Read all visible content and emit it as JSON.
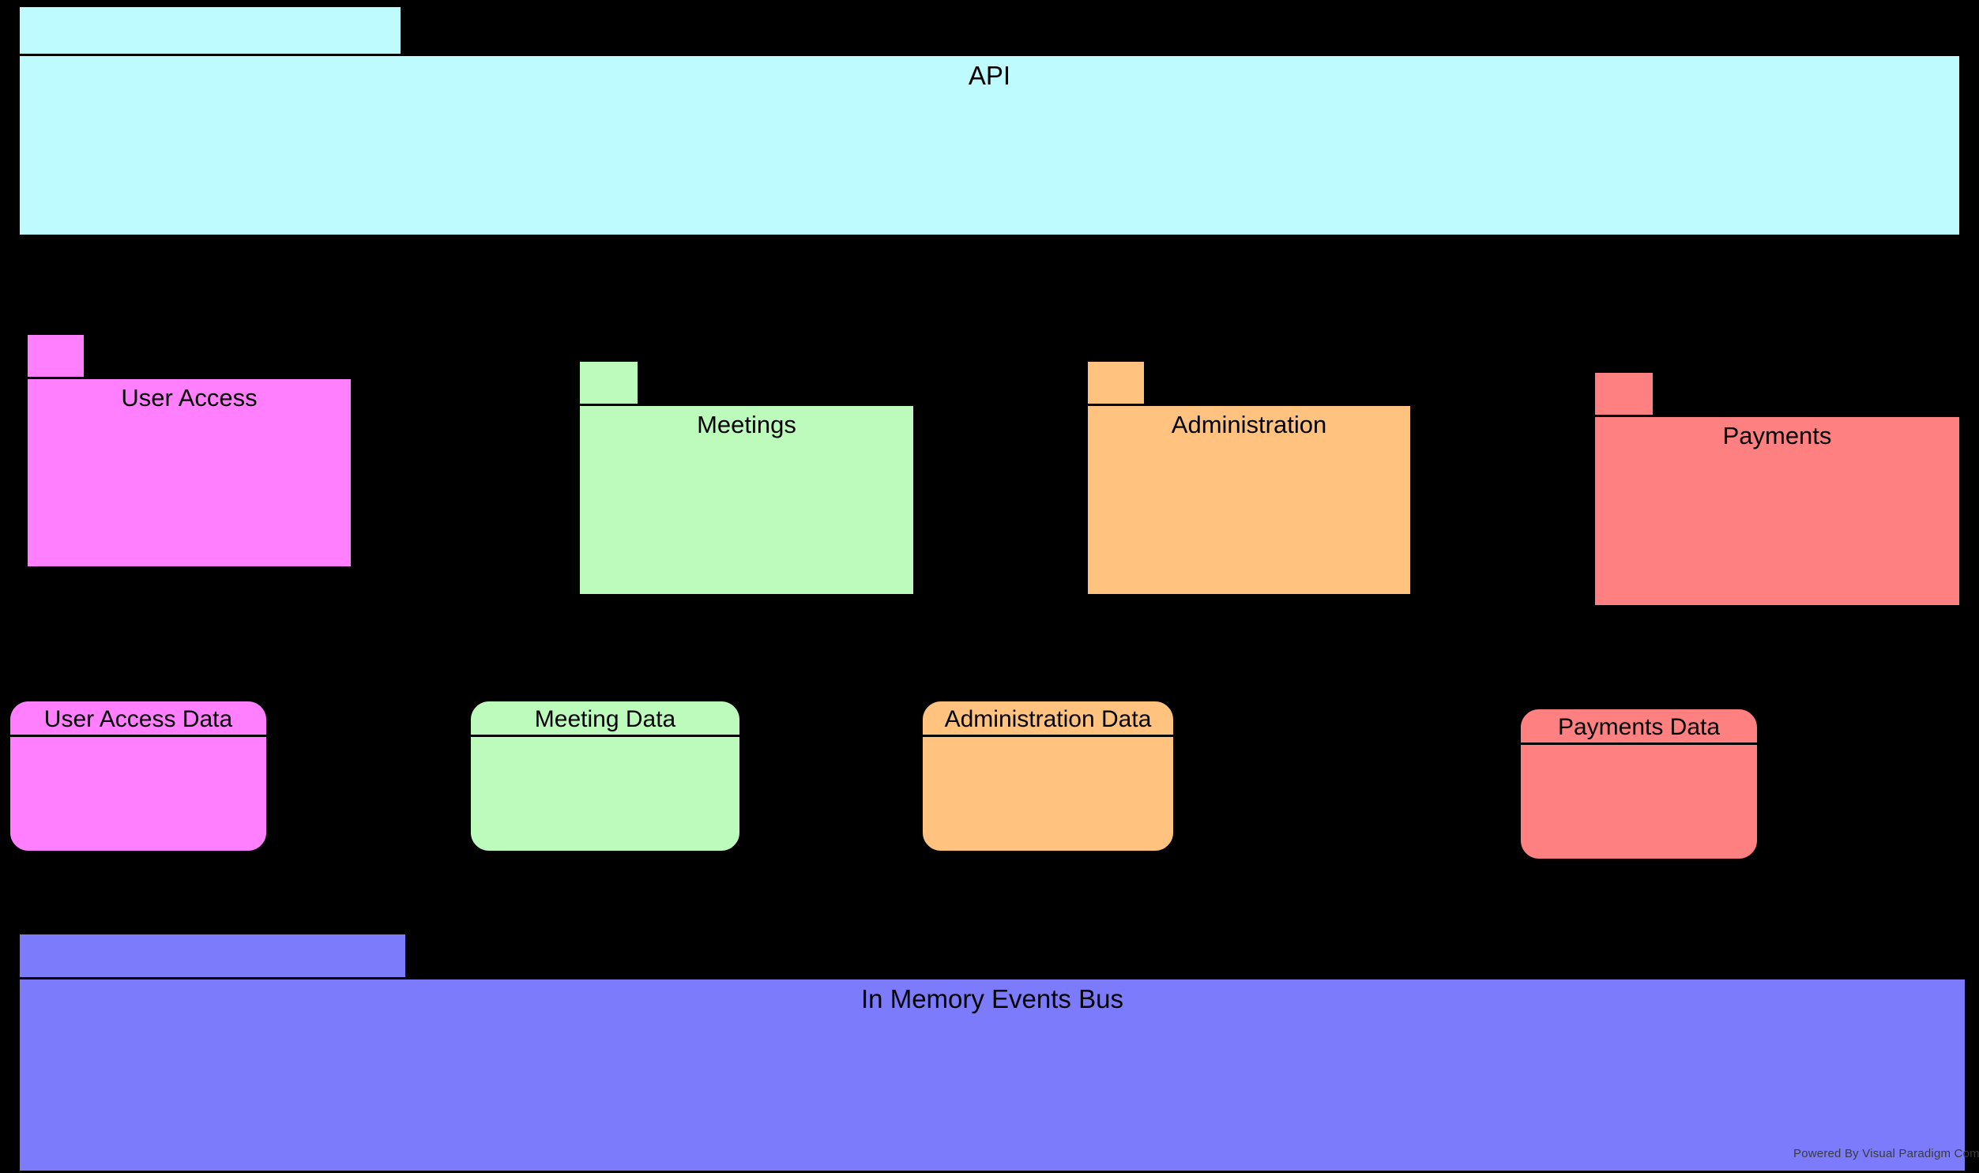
{
  "diagram": {
    "type": "uml-package-diagram",
    "background_color": "#000000",
    "stroke_color": "#000000"
  },
  "api_layer": {
    "label": "API",
    "color": "#BDFBFF"
  },
  "service_packages": [
    {
      "label": "User Access",
      "color": "#FF7FFF"
    },
    {
      "label": "Meetings",
      "color": "#BDFBBD"
    },
    {
      "label": "Administration",
      "color": "#FFC27F"
    },
    {
      "label": "Payments",
      "color": "#FF8080"
    }
  ],
  "data_stores": [
    {
      "label": "User Access Data",
      "color": "#FF7FFF"
    },
    {
      "label": "Meeting Data",
      "color": "#BDFBBD"
    },
    {
      "label": "Administration Data",
      "color": "#FFC27F"
    },
    {
      "label": "Payments Data",
      "color": "#FF8080"
    }
  ],
  "events_bus": {
    "label": "In Memory Events Bus",
    "color": "#7B7BFB"
  },
  "watermark": {
    "text": "Powered By Visual Paradigm Community Edition",
    "logo_color": "#cc1f2d"
  }
}
